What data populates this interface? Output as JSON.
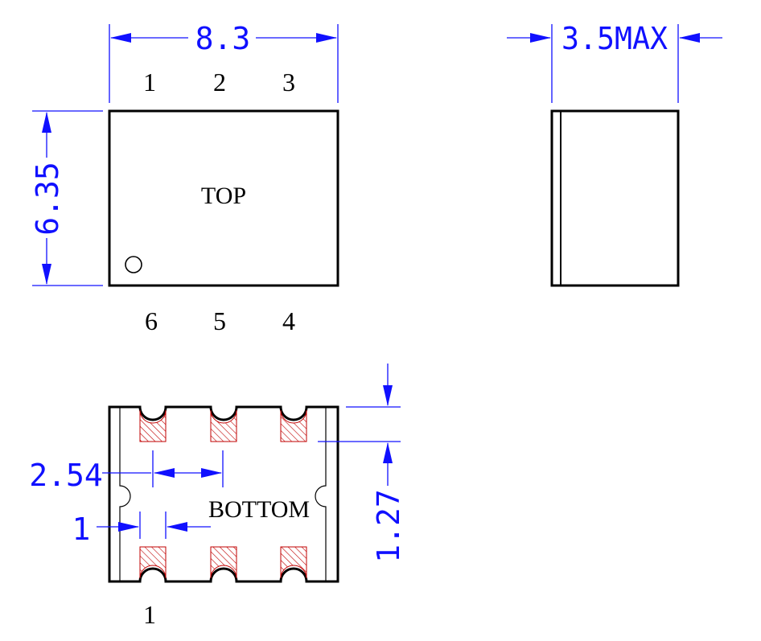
{
  "colors": {
    "dimension": "#1010ff",
    "outline": "#000000",
    "pad_hatch": "#c00000"
  },
  "top_view": {
    "width_dim": "8.3",
    "height_dim": "6.35",
    "label": "TOP",
    "pins_top": [
      "1",
      "2",
      "3"
    ],
    "pins_bottom": [
      "6",
      "5",
      "4"
    ]
  },
  "side_view": {
    "thickness_dim": "3.5MAX"
  },
  "bottom_view": {
    "label": "BOTTOM",
    "pitch_dim": "2.54",
    "pad_width_dim": "1",
    "pad_length_dim": "1.27",
    "pin1_label": "1"
  }
}
